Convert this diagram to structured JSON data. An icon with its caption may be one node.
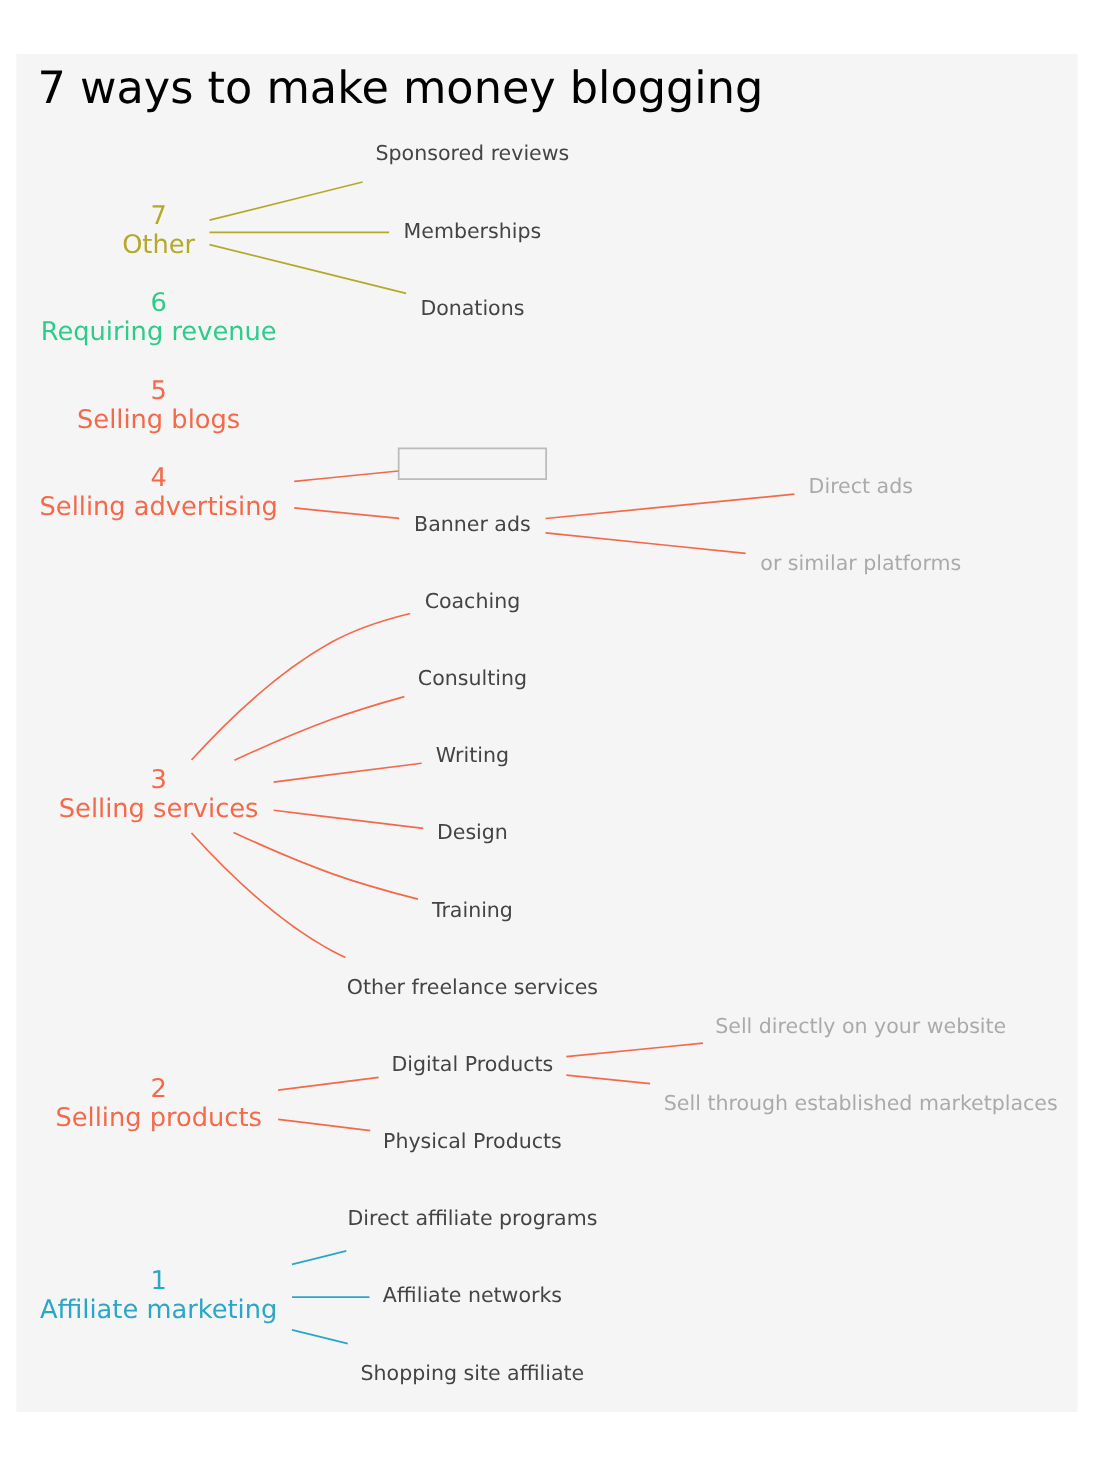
{
  "diagram": {
    "title": "7 ways to make money blogging",
    "nodes": [
      {
        "text": [
          "1",
          "Affiliate marketing"
        ]
      },
      {
        "text": [
          "Direct affiliate programs"
        ]
      },
      {
        "text": [
          "Affiliate networks"
        ]
      },
      {
        "text": [
          "Shopping site affiliate"
        ]
      },
      {
        "text": [
          "2",
          "Selling products"
        ]
      },
      {
        "text": [
          "Digital Products"
        ]
      },
      {
        "text": [
          "Sell directly on your website"
        ]
      },
      {
        "text": [
          "Sell through established marketplaces"
        ]
      },
      {
        "text": [
          "Physical Products"
        ]
      },
      {
        "text": [
          "3",
          "Selling services"
        ]
      },
      {
        "text": [
          "Coaching"
        ]
      },
      {
        "text": [
          "Consulting"
        ]
      },
      {
        "text": [
          "Writing"
        ]
      },
      {
        "text": [
          "Design"
        ]
      },
      {
        "text": [
          "Training"
        ]
      },
      {
        "text": [
          "Other freelance services"
        ]
      },
      {
        "text": [
          "4",
          "Selling advertising"
        ]
      },
      {
        "text": [],
        "shape": "box"
      },
      {
        "text": [
          "Banner ads"
        ]
      },
      {
        "text": [
          "Direct ads"
        ]
      },
      {
        "text": [
          "or similar platforms"
        ]
      },
      {
        "text": [
          "5",
          "Selling blogs"
        ]
      },
      {
        "text": [
          "6",
          "Requiring revenue"
        ]
      },
      {
        "text": [
          "7",
          "Other"
        ]
      },
      {
        "text": [
          "Sponsored reviews"
        ]
      },
      {
        "text": [
          "Memberships"
        ]
      },
      {
        "text": [
          "Donations"
        ]
      }
    ],
    "edges": [
      {
        "from": 0,
        "to": 1,
        "arrow": "none",
        "color": "#2aa6c8"
      },
      {
        "from": 0,
        "to": 2,
        "arrow": "none",
        "color": "#2aa6c8"
      },
      {
        "from": 0,
        "to": 3,
        "arrow": "none",
        "color": "#2aa6c8"
      },
      {
        "from": 4,
        "to": 5,
        "arrow": "none"
      },
      {
        "from": 5,
        "to": 6,
        "arrow": "none"
      },
      {
        "from": 5,
        "to": 7,
        "arrow": "none"
      },
      {
        "from": 4,
        "to": 8,
        "arrow": "none"
      },
      {
        "from": 9,
        "to": 10,
        "arrow": "none"
      },
      {
        "from": 9,
        "to": 11,
        "arrow": "none"
      },
      {
        "from": 9,
        "to": 12,
        "arrow": "none"
      },
      {
        "from": 9,
        "to": 13,
        "arrow": "none"
      },
      {
        "from": 9,
        "to": 14,
        "arrow": "none"
      },
      {
        "from": 9,
        "to": 15,
        "arrow": "none"
      },
      {
        "from": 16,
        "to": 17,
        "arrow": "none"
      },
      {
        "from": 16,
        "to": 18,
        "arrow": "none"
      },
      {
        "from": 18,
        "to": 19,
        "arrow": "none"
      },
      {
        "from": 18,
        "to": 20,
        "arrow": "none"
      },
      {
        "from": 23,
        "to": 24,
        "arrow": "none",
        "color": "#b5a82a"
      },
      {
        "from": 23,
        "to": 25,
        "arrow": "none",
        "color": "#b5a82a"
      },
      {
        "from": 23,
        "to": 26,
        "arrow": "none",
        "color": "#b5a82a"
      }
    ]
  }
}
